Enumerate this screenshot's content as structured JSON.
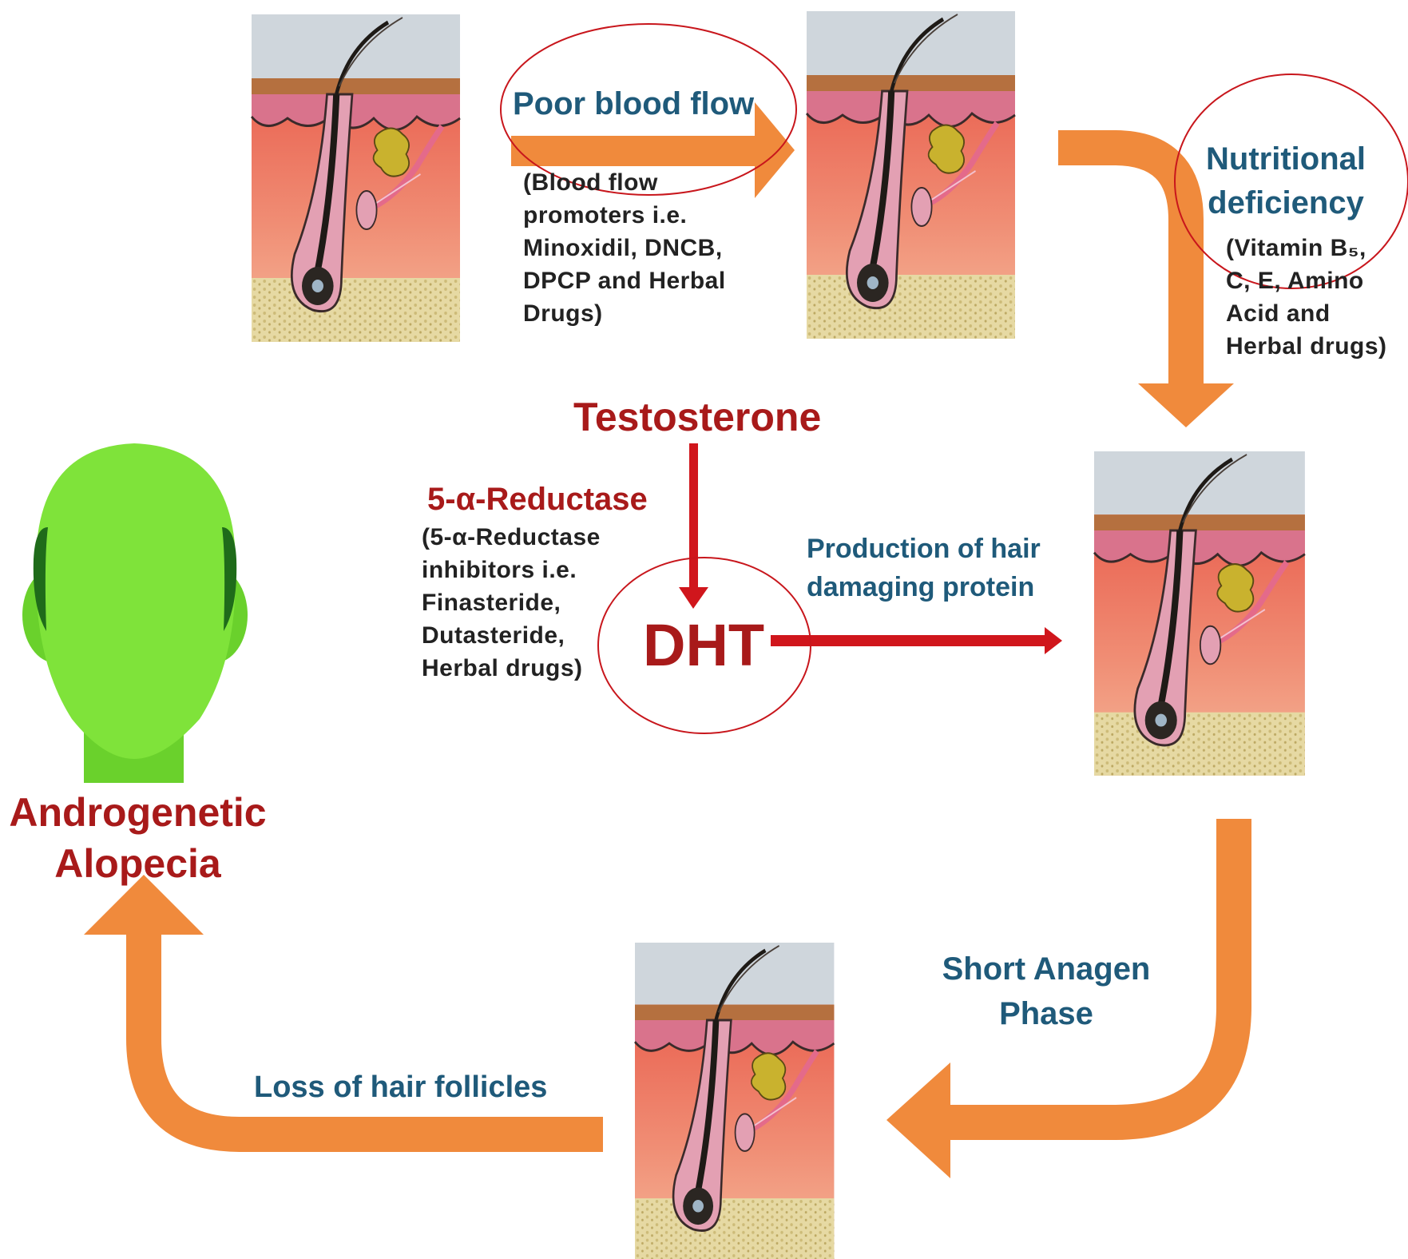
{
  "labels": {
    "poor_blood_flow": "Poor blood flow",
    "blood_flow_promoters": "(Blood flow promoters i.e. Minoxidil, DNCB, DPCP and Herbal Drugs)",
    "nutritional_deficiency": "Nutritional deficiency",
    "nutrition_remedies": "(Vitamin B₅, C, E, Amino Acid and Herbal drugs)",
    "testosterone": "Testosterone",
    "reductase": "5-α-Reductase",
    "reductase_inhibitors": "(5-α-Reductase inhibitors i.e. Finasteride, Dutasteride, Herbal drugs)",
    "dht": "DHT",
    "hair_damaging_protein": "Production of hair damaging protein",
    "short_anagen": "Short Anagen Phase",
    "loss_of_follicles": "Loss of hair follicles",
    "outcome": "Androgenetic Alopecia"
  },
  "colors": {
    "arrow_orange": "#f08a3c",
    "arrow_red": "#d0161c",
    "highlight_ellipse": "#c8161c",
    "head_green": "#7fe33a",
    "head_dark_green": "#1f6b1a",
    "label_blue": "#1f5a7a",
    "label_red": "#a81a1a"
  },
  "icons": {
    "follicle_panel": "hair-follicle-cross-section",
    "head": "balding-head-icon"
  }
}
